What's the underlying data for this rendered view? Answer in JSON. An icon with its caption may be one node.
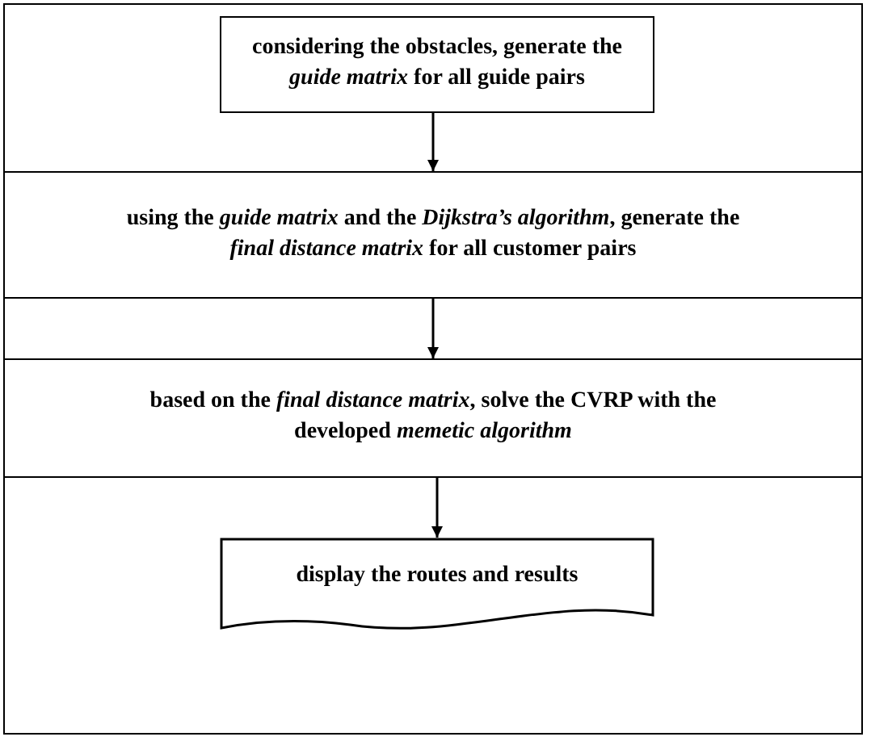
{
  "diagram": {
    "nodes": [
      {
        "text": [
          "considering the obstacles, generate the *guide matrix* for all guide pairs"
        ]
      },
      {
        "text": [
          "using the *guide matrix* and the *Dijkstra’s algorithm*, generate the *final distance matrix* for all customer pairs"
        ]
      },
      {
        "text": [
          "based on the *final distance matrix*, solve the CVRP with the developed *memetic algorithm*"
        ]
      },
      {
        "text": [
          "display the routes and results"
        ]
      }
    ],
    "edges": [
      {
        "from": 0,
        "to": 1,
        "arrow": "to"
      },
      {
        "from": 1,
        "to": 2,
        "arrow": "to"
      },
      {
        "from": 2,
        "to": 3,
        "arrow": "to"
      }
    ]
  }
}
